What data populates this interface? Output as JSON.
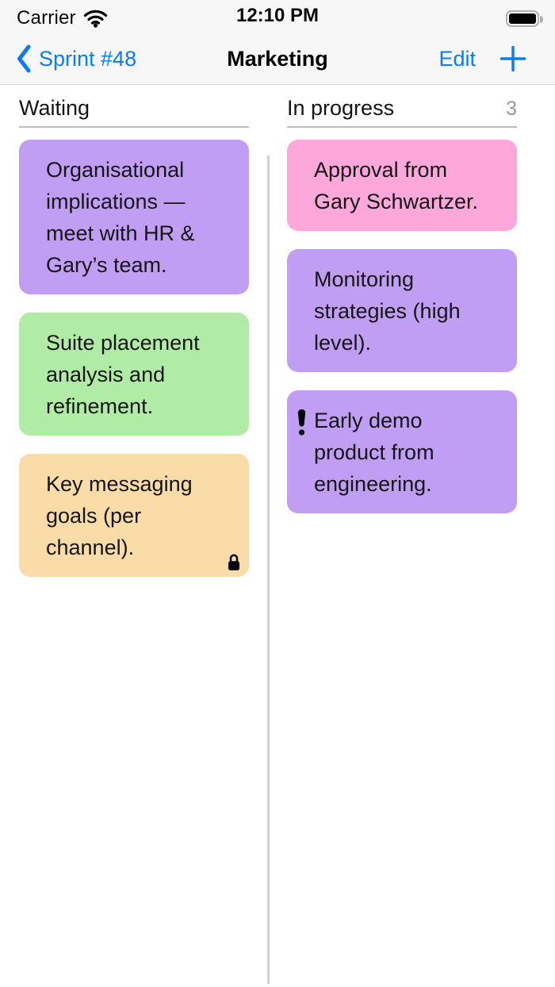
{
  "status_bar": {
    "carrier": "Carrier",
    "time": "12:10 PM",
    "battery_level": "full"
  },
  "nav": {
    "back_label": "Sprint #48",
    "title": "Marketing",
    "edit_label": "Edit",
    "add_label": "+"
  },
  "icons": {
    "back": "chevron-left",
    "add": "plus",
    "wifi": "wifi",
    "battery": "battery-full",
    "locked_badge": "lock",
    "priority_badge": "exclamation-mark"
  },
  "colors": {
    "accent_blue": "#0a7aff",
    "bar_background": "#f7f7f7",
    "purple": "#c09ef4",
    "green": "#b0eca6",
    "orange": "#f9dca8",
    "pink": "#fda7db"
  },
  "board": {
    "columns": [
      {
        "title": "Waiting",
        "count": "",
        "cards": [
          {
            "text": "Organisational implications — meet with HR & Gary’s team.",
            "color": "purple"
          },
          {
            "text": "Suite placement analysis and refinement.",
            "color": "green"
          },
          {
            "text": "Key messaging goals (per channel).",
            "color": "orange",
            "locked": true
          }
        ]
      },
      {
        "title": "In progress",
        "count": "3",
        "cards": [
          {
            "text": "Approval from Gary Schwartzer.",
            "color": "pink"
          },
          {
            "text": "Monitoring strategies (high level).",
            "color": "purple"
          },
          {
            "text": "Early demo product from engineering.",
            "color": "purple",
            "priority": true
          }
        ]
      }
    ]
  }
}
